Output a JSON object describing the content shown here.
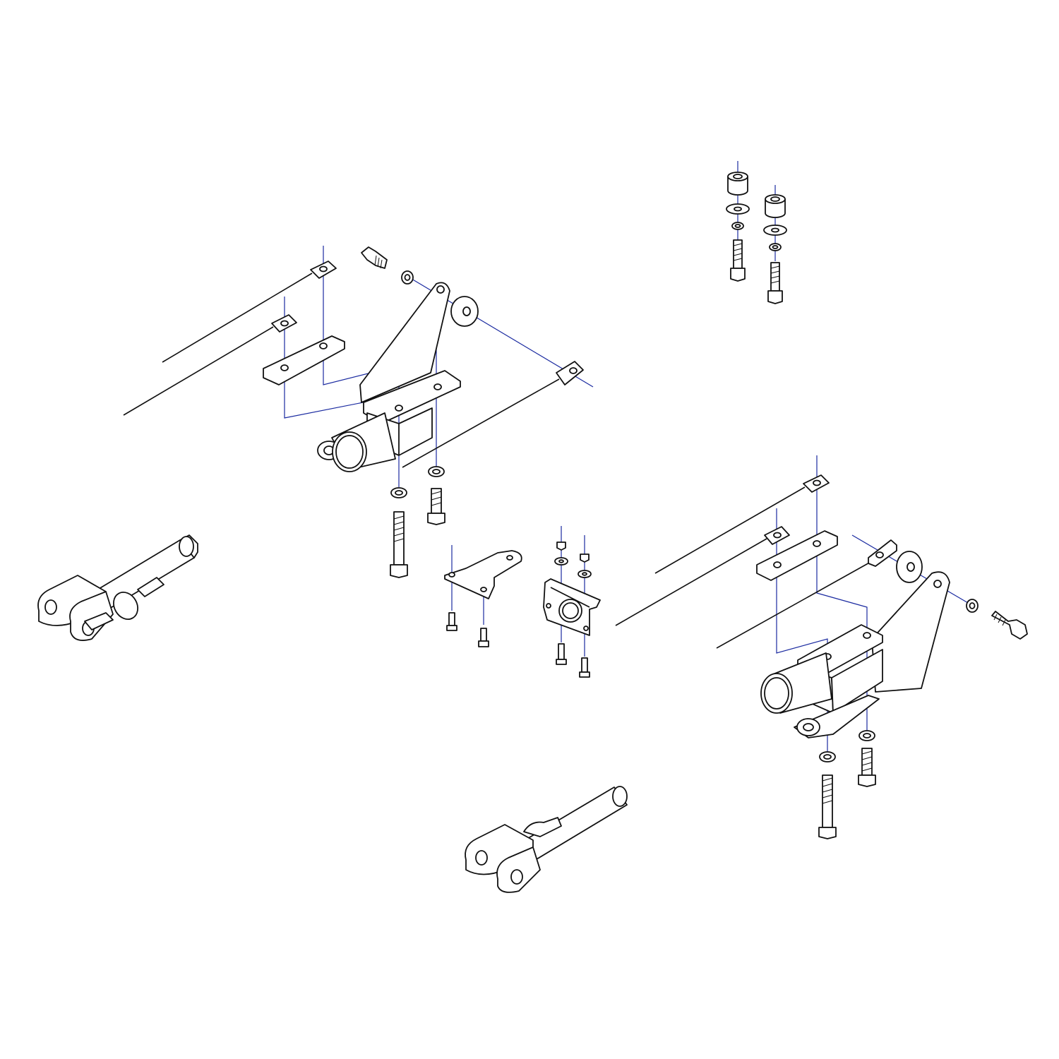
{
  "colors": {
    "line": "#111111",
    "guide": "#1a2aa0",
    "background": "#ffffff"
  },
  "parts": [
    "left-bracket-assembly",
    "right-bracket-assembly",
    "spacer-bolt-kit",
    "plug-mount-bracket",
    "socket-bracket",
    "left-clevis-pin",
    "bottom-clevis-pin"
  ]
}
